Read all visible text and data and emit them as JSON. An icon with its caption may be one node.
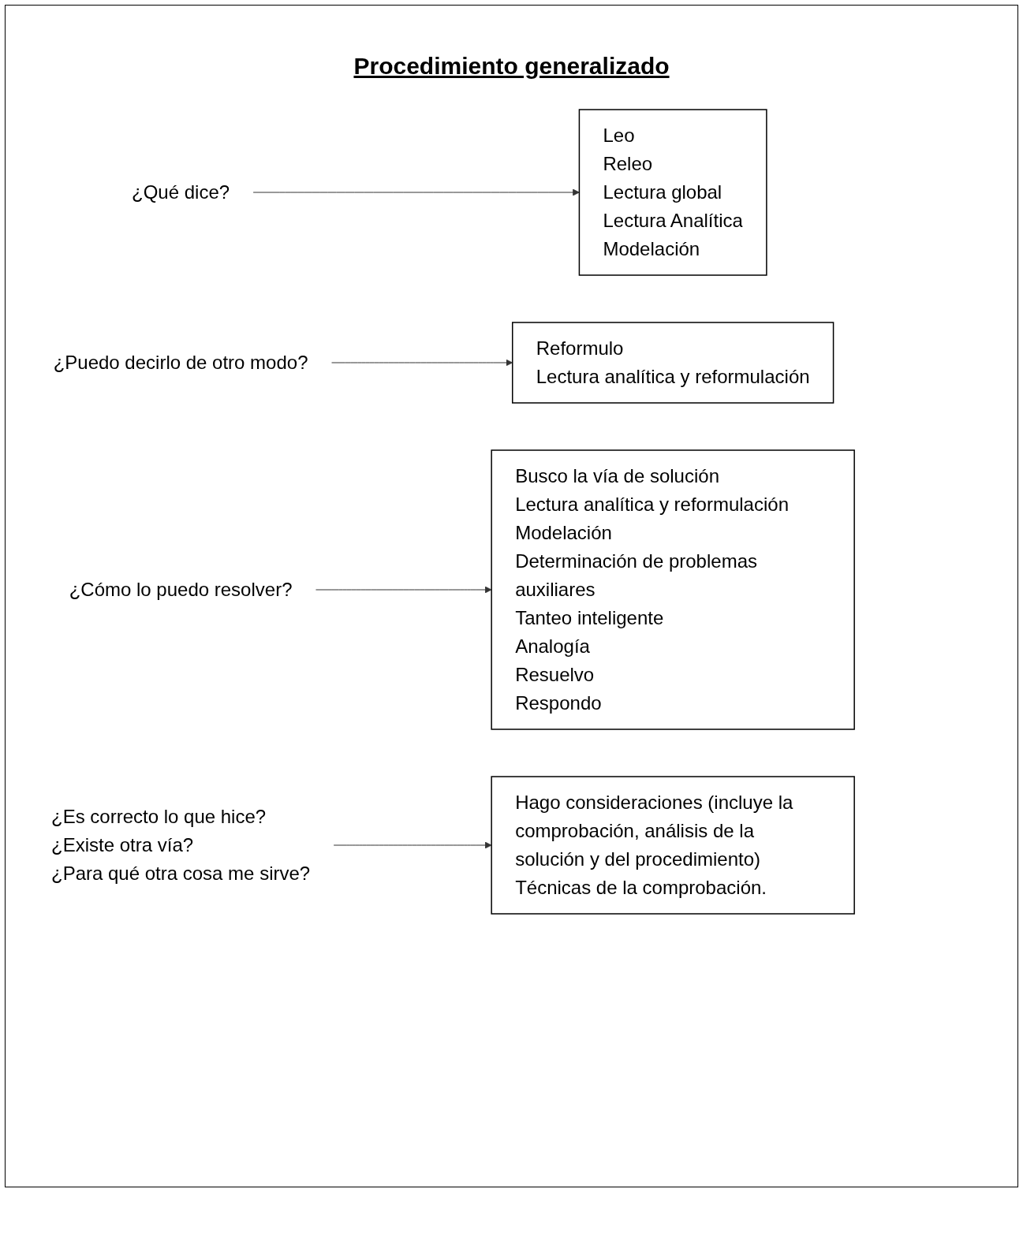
{
  "diagram": {
    "title": "Procedimiento generalizado",
    "nodes": [
      {
        "text": [
          "¿Qué dice?"
        ]
      },
      {
        "text": [
          "Leo",
          "Releo",
          "Lectura global",
          "Lectura Analítica",
          "Modelación"
        ]
      },
      {
        "text": [
          "¿Puedo decirlo de otro modo?"
        ]
      },
      {
        "text": [
          "Reformulo",
          "Lectura analítica y reformulación"
        ]
      },
      {
        "text": [
          "¿Cómo lo puedo resolver?"
        ]
      },
      {
        "text": [
          "Busco la vía de solución",
          "Lectura analítica y reformulación",
          "Modelación",
          "Determinación de problemas auxiliares",
          "Tanteo inteligente",
          "Analogía",
          "Resuelvo",
          "Respondo"
        ]
      },
      {
        "text": [
          "¿Es correcto lo que hice?",
          "¿Existe otra vía?",
          "¿Para qué otra cosa me sirve?"
        ]
      },
      {
        "text": [
          "Hago consideraciones (incluye la comprobación, análisis de la solución y del procedimiento)",
          "Técnicas de la comprobación."
        ]
      }
    ],
    "edges": [
      {
        "from": 0,
        "to": 1,
        "arrow": "to"
      },
      {
        "from": 2,
        "to": 3,
        "arrow": "to"
      },
      {
        "from": 4,
        "to": 5,
        "arrow": "to"
      },
      {
        "from": 6,
        "to": 7,
        "arrow": "to"
      }
    ]
  }
}
